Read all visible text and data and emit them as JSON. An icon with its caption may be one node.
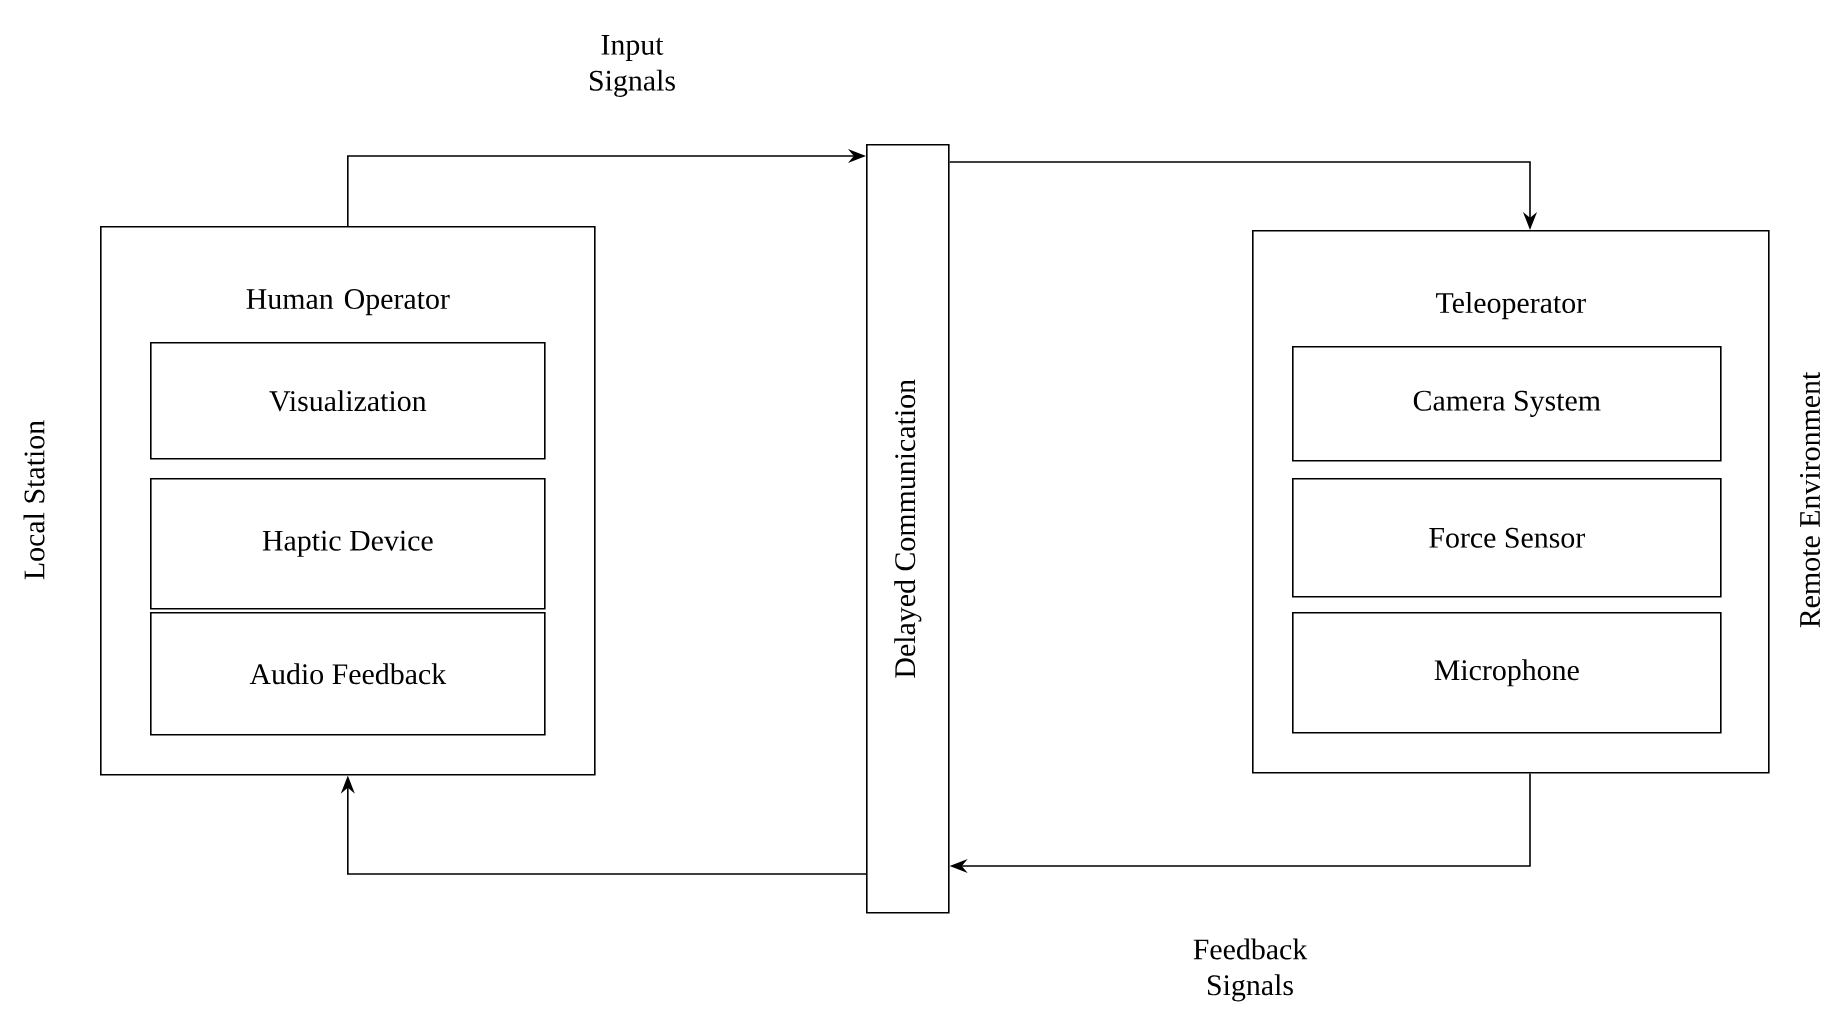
{
  "diagram": {
    "nodes": [
      {
        "text": [
          "Human Operator"
        ],
        "beside": [
          "Local Station"
        ]
      },
      {
        "text": [
          "Visualization"
        ],
        "in": 0
      },
      {
        "text": [
          "Haptic Device"
        ],
        "in": 0
      },
      {
        "text": [
          "Audio Feedback"
        ],
        "in": 0
      },
      {
        "text": [
          "Delayed Communication"
        ]
      },
      {
        "text": [
          "Teleoperator"
        ],
        "beside": [
          "Remote Environment"
        ]
      },
      {
        "text": [
          "Camera System"
        ],
        "in": 5
      },
      {
        "text": [
          "Force Sensor"
        ],
        "in": 5
      },
      {
        "text": [
          "Microphone"
        ],
        "in": 5
      }
    ],
    "edges": [
      {
        "from": 0,
        "to": 4,
        "arrow": "to",
        "label": "Input Signals"
      },
      {
        "from": 4,
        "to": 5,
        "arrow": "to"
      },
      {
        "from": 5,
        "to": 4,
        "arrow": "to",
        "label": "Feedback Signals"
      },
      {
        "from": 4,
        "to": 0,
        "arrow": "to"
      }
    ]
  }
}
